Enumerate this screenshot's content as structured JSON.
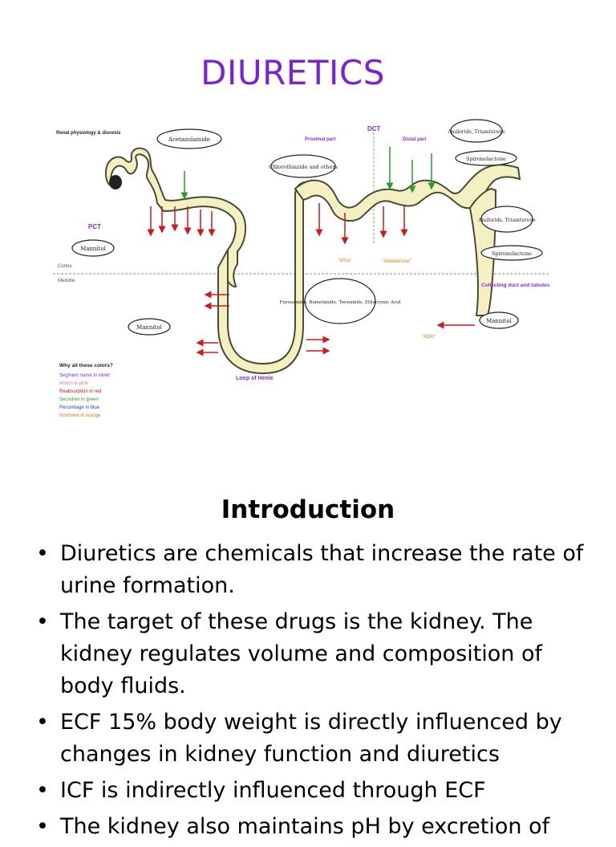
{
  "slide": {
    "title": "DIURETICS",
    "heading": "Introduction",
    "bullets": [
      "Diuretics are chemicals that increase the rate of urine formation.",
      "The target of these drugs is the kidney. The kidney regulates volume and composition of body fluids.",
      "ECF 15% body weight is directly influenced by changes in kidney function and diuretics",
      "ICF is indirectly influenced through ECF",
      "The kidney also maintains pH by excretion of"
    ]
  },
  "figure": {
    "header": "Renal physiology & diuresis",
    "drugs": {
      "acetazolamide": "Acetazolamide",
      "mannitol_left": "Mannitol",
      "mannitol_loop": "Mannitol",
      "chlorothiazide": "Chlorothiazide and others",
      "furosemide": "Furosemide, Bumetanide, Torsemide, Ethacrynic Acid",
      "amiloride_top": "Amiloride, Triamterene",
      "spironolactone_top": "Spironolactone",
      "amiloride_right": "Amiloride, Triamterene",
      "spironolactone_right": "Spironolactone",
      "mannitol_right": "Mannitol"
    },
    "segments": {
      "pct": "PCT",
      "proximal_part": "Proximal part",
      "dct": "DCT",
      "distal_part": "Distal part",
      "loop": "Loop of Henle",
      "collecting": "Collecting duct and tubules",
      "cortex": "Cortex",
      "medulla": "Medulla"
    },
    "hormones": {
      "pth": "\"PTH\"",
      "aldosterone": "\"Aldosterone\"",
      "adh": "\"ADH\""
    },
    "legend": {
      "title": "Why all these colors?",
      "items": [
        {
          "text": "Segment name in violet",
          "color": "#8a2be2"
        },
        {
          "text": "Action in pink",
          "color": "#e46fb8"
        },
        {
          "text": "Reabsorption in red",
          "color": "#d01818"
        },
        {
          "text": "Secretion in green",
          "color": "#2e9a2e"
        },
        {
          "text": "Percentage in blue",
          "color": "#2244cc"
        },
        {
          "text": "Hormone in orange",
          "color": "#e07a10"
        }
      ]
    },
    "colors": {
      "tubule_fill": "#f4f0c4",
      "tubule_stroke": "#4a4a30",
      "violet": "#8a2be2",
      "red": "#d01818",
      "green": "#2e9a2e",
      "orange": "#e07a10",
      "pink": "#e46fb8"
    }
  }
}
